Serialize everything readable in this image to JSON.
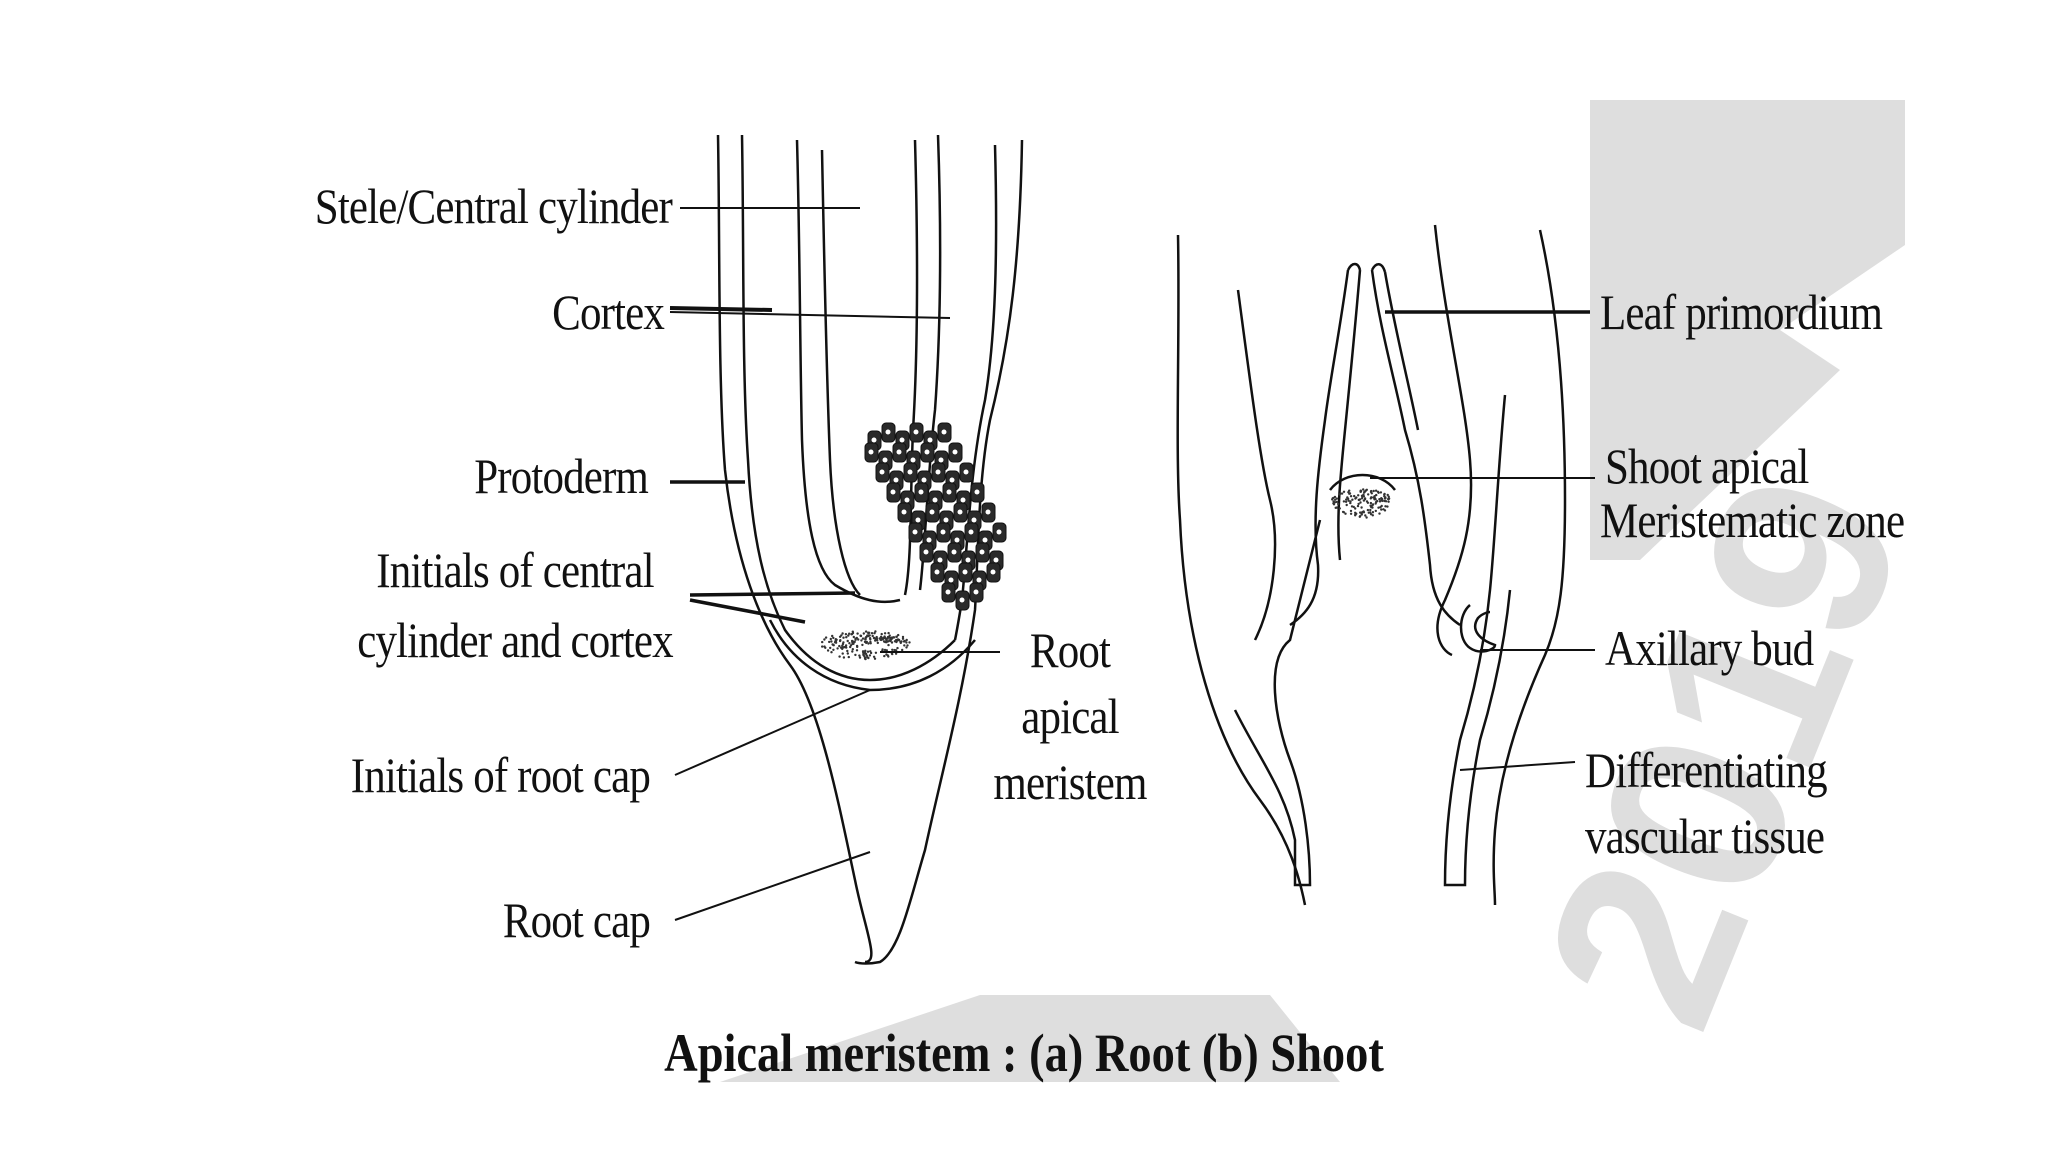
{
  "labels": {
    "stele": "Stele/Central cylinder",
    "cortex": "Cortex",
    "protoderm": "Protoderm",
    "initials_central_1": "Initials of central",
    "initials_central_2": "cylinder and cortex",
    "initials_root_cap": "Initials of root cap",
    "root_cap": "Root cap",
    "root_apical_1": "Root",
    "root_apical_2": "apical",
    "root_apical_3": "meristem",
    "leaf_primordium": "Leaf primordium",
    "shoot_apical_1": "Shoot apical",
    "shoot_apical_2": "Meristematic zone",
    "axillary_bud": "Axillary bud",
    "diff_vascular_1": "Differentiating",
    "diff_vascular_2": "vascular tissue"
  },
  "caption": "Apical meristem : (a) Root (b) Shoot",
  "watermark": {
    "text": "2019",
    "color": "#dddddd"
  }
}
